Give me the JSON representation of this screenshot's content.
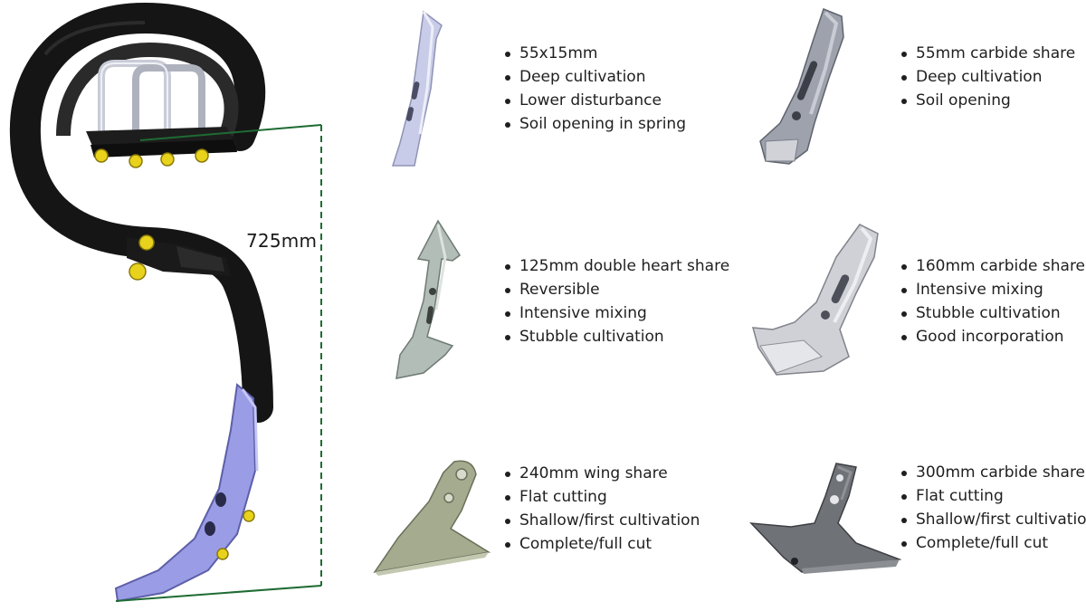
{
  "tine": {
    "height_label": "725mm",
    "colors": {
      "spring": "#151515",
      "share": "#9a9ce6",
      "bolt": "#e8d21c",
      "dimension_line": "#1e6b33"
    }
  },
  "shares": [
    {
      "id": "narrow-55x15",
      "color": "#c9cce8",
      "features": [
        "55x15mm",
        "Deep cultivation",
        "Lower disturbance",
        "Soil opening in spring"
      ]
    },
    {
      "id": "carbide-55",
      "color": "#9ea2ad",
      "features": [
        "55mm carbide share",
        "Deep cultivation",
        "Soil opening"
      ]
    },
    {
      "id": "double-heart-125",
      "color": "#b3bdb8",
      "features": [
        "125mm double heart share",
        "Reversible",
        "Intensive mixing",
        "Stubble cultivation"
      ]
    },
    {
      "id": "carbide-160",
      "color": "#cfd1d6",
      "features": [
        "160mm carbide share",
        "Intensive mixing",
        "Stubble cultivation",
        "Good incorporation"
      ]
    },
    {
      "id": "wing-240",
      "color": "#a4ab8e",
      "features": [
        "240mm wing share",
        "Flat cutting",
        "Shallow/first cultivation",
        "Complete/full cut"
      ]
    },
    {
      "id": "carbide-300",
      "color": "#6f7277",
      "features": [
        "300mm carbide share",
        "Flat cutting",
        "Shallow/first cultivation",
        "Complete/full cut"
      ]
    }
  ]
}
